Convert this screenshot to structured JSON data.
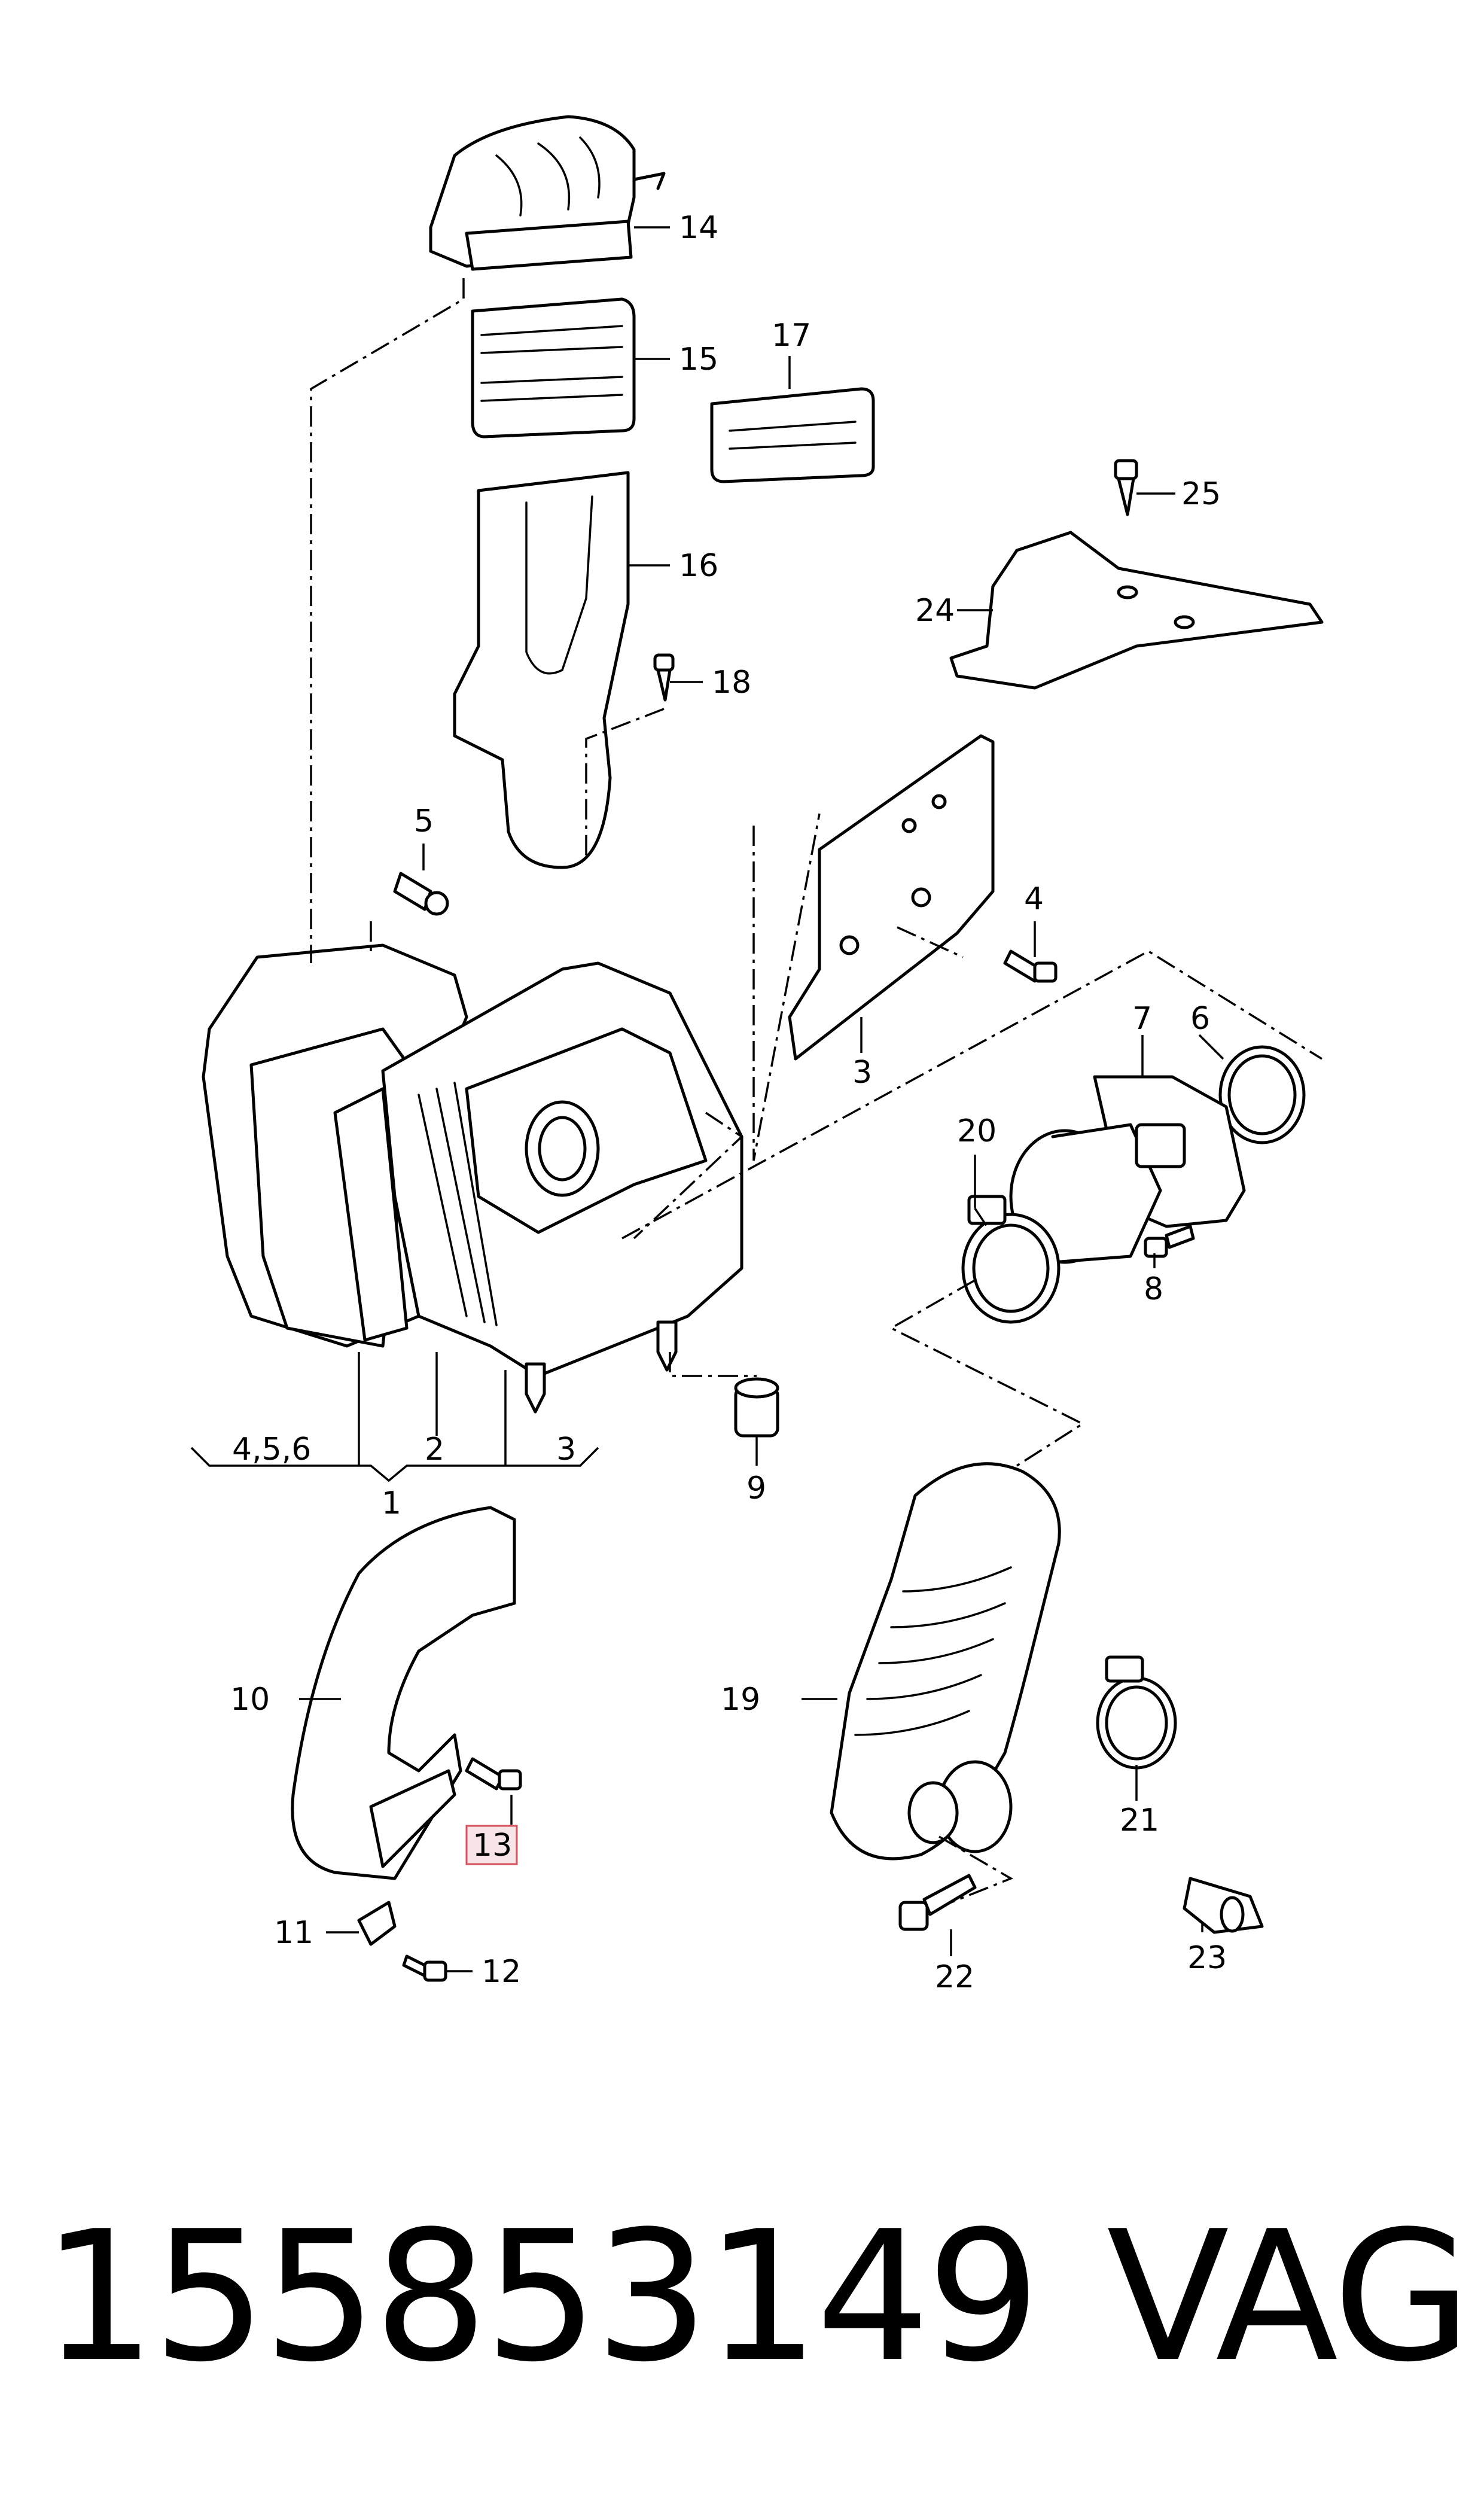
{
  "callouts": {
    "c1": "1",
    "c2": "2",
    "c3": "3",
    "c3b": "3",
    "c4": "4",
    "c456": "4,5,6",
    "c5": "5",
    "c6": "6",
    "c7": "7",
    "c8": "8",
    "c9": "9",
    "c10": "10",
    "c11": "11",
    "c12": "12",
    "c13": "13",
    "c14": "14",
    "c15": "15",
    "c16": "16",
    "c17": "17",
    "c18": "18",
    "c19": "19",
    "c20": "20",
    "c21": "21",
    "c22": "22",
    "c23": "23",
    "c24": "24",
    "c25": "25"
  },
  "highlighted_callout": "13",
  "footer": {
    "part_number": "155853149",
    "brand": "VAG"
  },
  "colors": {
    "highlight_fill": "#f7e4e6",
    "highlight_stroke": "#d9505d",
    "line": "#000000"
  }
}
